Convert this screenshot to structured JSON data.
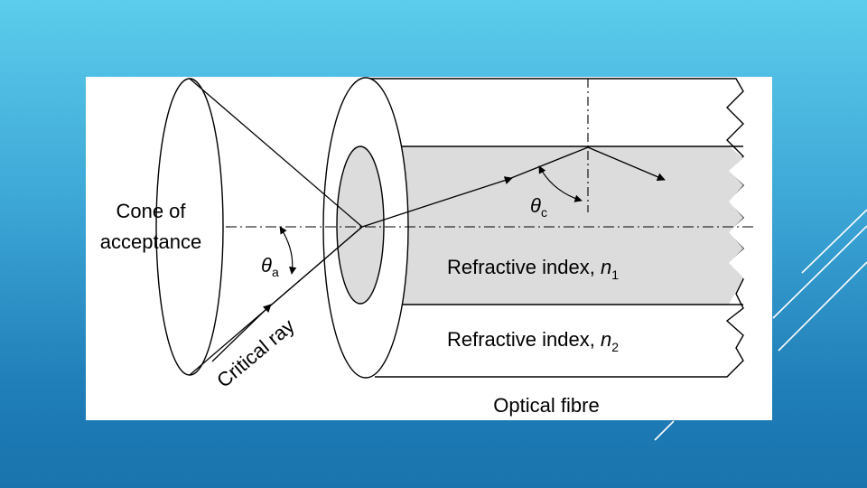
{
  "slide": {
    "accent_color": "#ffffff"
  },
  "diagram": {
    "cone_label_line1": "Cone of",
    "cone_label_line2": "acceptance",
    "theta_a_symbol": "θ",
    "theta_a_sub": "a",
    "theta_c_symbol": "θ",
    "theta_c_sub": "c",
    "critical_ray_label": "Critical ray",
    "core_label_prefix": "Refractive index, ",
    "core_label_var": "n",
    "core_label_sub": "1",
    "cladding_label_prefix": "Refractive index, ",
    "cladding_label_var": "n",
    "cladding_label_sub": "2",
    "fibre_label": "Optical fibre",
    "core_fill_color": "#dcdcdc",
    "line_color": "#000000"
  }
}
